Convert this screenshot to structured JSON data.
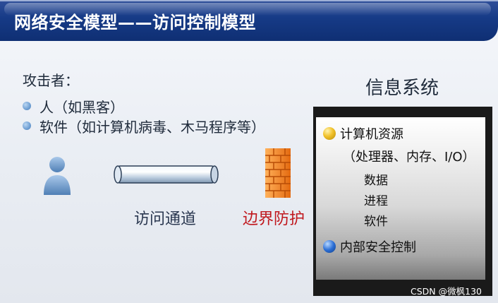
{
  "title": "网络安全模型——访问控制模型",
  "attacker": {
    "label": "攻击者：",
    "items": [
      "人（如黑客）",
      "软件（如计算机病毒、木马程序等）"
    ]
  },
  "channel_label": "访问通道",
  "boundary_label": "边界防护",
  "info_system": {
    "title": "信息系统",
    "resources_label": "计算机资源",
    "resources_detail": "（处理器、内存、I/O）",
    "subitems": [
      "数据",
      "进程",
      "软件"
    ],
    "internal_label": "内部安全控制"
  },
  "watermark": "CSDN @微枫130",
  "colors": {
    "title_bar": "#163a86",
    "boundary_text": "#c0171d",
    "bullet": "#6f9fd3"
  },
  "icons": [
    "person-icon",
    "pipe-icon",
    "firewall-icon",
    "gold-sphere-icon",
    "blue-sphere-icon"
  ]
}
